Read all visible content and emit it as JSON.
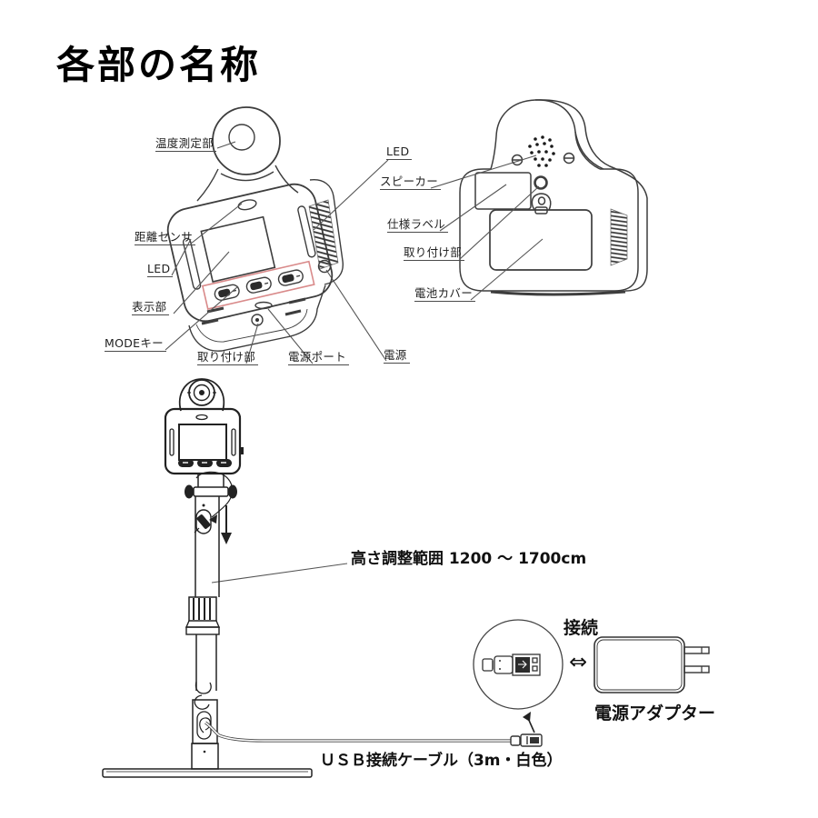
{
  "title": "各部の名称",
  "front_view": {
    "labels": {
      "temp_sensor": "温度測定部",
      "led_top": "LED",
      "distance_sensor": "距離センサ",
      "led_left": "LED",
      "display": "表示部",
      "mode_key": "MODEキー",
      "mount": "取り付け部",
      "power_port": "電源ポート",
      "power": "電源"
    }
  },
  "back_view": {
    "labels": {
      "speaker": "スピーカー",
      "spec_label": "仕様ラベル",
      "mount": "取り付け部",
      "battery_cover": "電池カバー"
    }
  },
  "stand_view": {
    "height_range_label": "高さ調整範囲 1200 ～ 1700cm",
    "connection_label": "接続",
    "connection_symbol": "⇔",
    "power_adapter_label": "電源アダプター",
    "usb_cable_label": "ＵＳＢ接続ケーブル（3m・白色）"
  },
  "colors": {
    "line": "#3d3d3d",
    "label_text": "#1f1f1f",
    "highlight_box": "#d98a8a",
    "background": "#ffffff"
  }
}
